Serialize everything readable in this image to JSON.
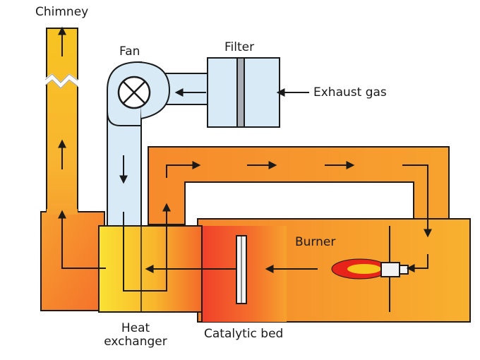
{
  "labels": {
    "chimney": "Chimney",
    "fan": "Fan",
    "filter": "Filter",
    "exhaust_gas": "Exhaust gas",
    "burner": "Burner",
    "heat_exchanger_line1": "Heat",
    "heat_exchanger_line2": "exchanger",
    "catalytic_bed": "Catalytic bed"
  },
  "colors": {
    "outline": "#1a1a1a",
    "duct_blue": "#d7eaf5",
    "chimney_yellow": "#f7c62c",
    "hot_orange": "#f79a2c",
    "hot_red": "#f04a2a",
    "exchanger_yellow": "#fbe233",
    "flame": "#e8231a"
  }
}
